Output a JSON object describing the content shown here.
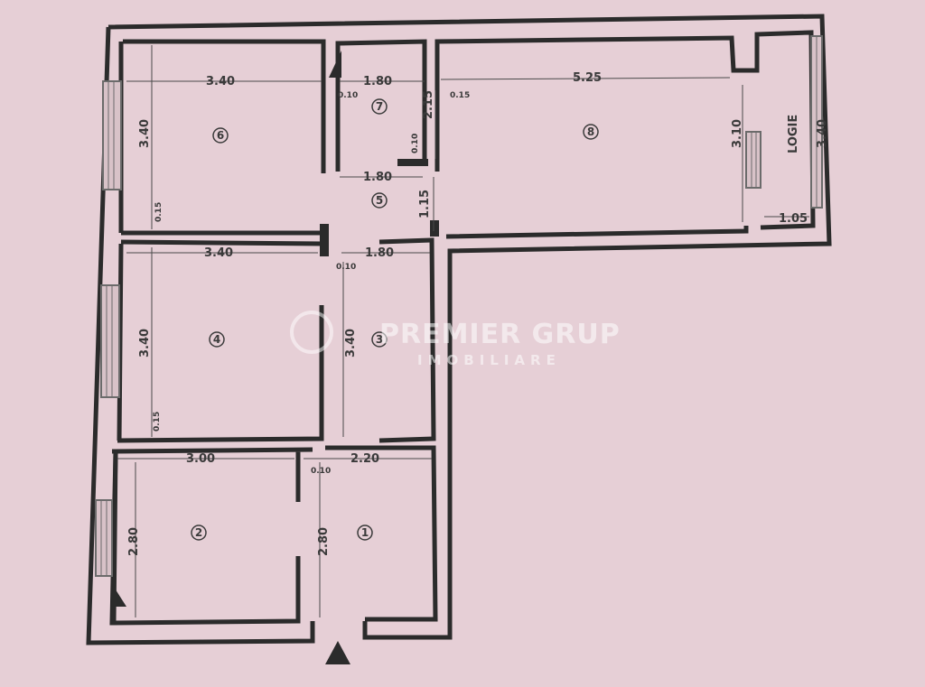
{
  "colors": {
    "paper": "#e6cfd6",
    "wall": "#2b2b2b",
    "window": "#6b6b6b",
    "text": "#3a3a3a"
  },
  "watermark": {
    "brand": "PREMIER GRUP",
    "sub": "IMOBILIARE"
  },
  "plan": {
    "dims": {
      "d6_w": "3.40",
      "d6_h": "3.40",
      "d7_w": "1.80",
      "d7_h": "2.15",
      "d7_t1": "0.10",
      "d7_t2": "0.10",
      "d7_t3": "0.15",
      "d8_w": "5.25",
      "d8_h": "3.10",
      "logie_h": "3.40",
      "logie_w": "1.05",
      "logie_label": "LOGIE",
      "d5_w": "1.80",
      "d5_h": "1.15",
      "w_left_1": "0.15",
      "d4_w": "3.40",
      "d4_h": "3.40",
      "d3_w": "1.80",
      "d3_h": "3.40",
      "d3_t": "0.10",
      "w_left_2": "0.15",
      "d2_w": "3.00",
      "d2_h": "2.80",
      "d1_w": "2.20",
      "d1_h": "2.80",
      "d1_t": "0.10"
    },
    "rooms": [
      "1",
      "2",
      "3",
      "4",
      "5",
      "6",
      "7",
      "8"
    ]
  }
}
